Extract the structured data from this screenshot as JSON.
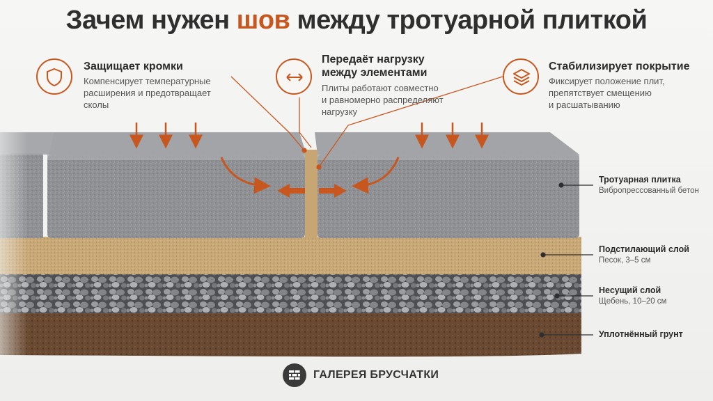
{
  "title": {
    "part1": "Зачем нужен ",
    "accent": "шов",
    "part2": " между тротуарной плиткой"
  },
  "callouts": [
    {
      "icon": "shield-icon",
      "heading": "Защищает кромки",
      "body_lines": [
        "Компенсирует температурные",
        "расширения и предотвращает",
        "сколы"
      ]
    },
    {
      "icon": "double-arrow-icon",
      "heading_lines": [
        "Передаёт нагрузку",
        "между элементами"
      ],
      "body_lines": [
        "Плиты работают совместно",
        "и равномерно распределяют",
        "нагрузку"
      ]
    },
    {
      "icon": "layers-icon",
      "heading": "Стабилизирует покрытие",
      "body_lines": [
        "Фиксирует положение плит,",
        "препятствует смещению",
        "и расшатыванию"
      ]
    }
  ],
  "layers": [
    {
      "title": "Тротуарная плитка",
      "subtitle": "Вибропрессованный бетон"
    },
    {
      "title": "Подстилающий слой",
      "subtitle": "Песок, 3–5 см"
    },
    {
      "title": "Несущий слой",
      "subtitle": "Щебень, 10–20 см"
    },
    {
      "title": "Уплотнённый грунт",
      "subtitle": ""
    }
  ],
  "brand": {
    "name": "ГАЛЕРЕЯ БРУСЧАТКИ",
    "icon": "brick-logo-icon"
  },
  "colors": {
    "accent": "#c8571f",
    "text": "#2f2f2f",
    "tile": "#8f9194",
    "sand": "#c9a877",
    "gravel": "#7f8184",
    "soil": "#6b4a33"
  }
}
